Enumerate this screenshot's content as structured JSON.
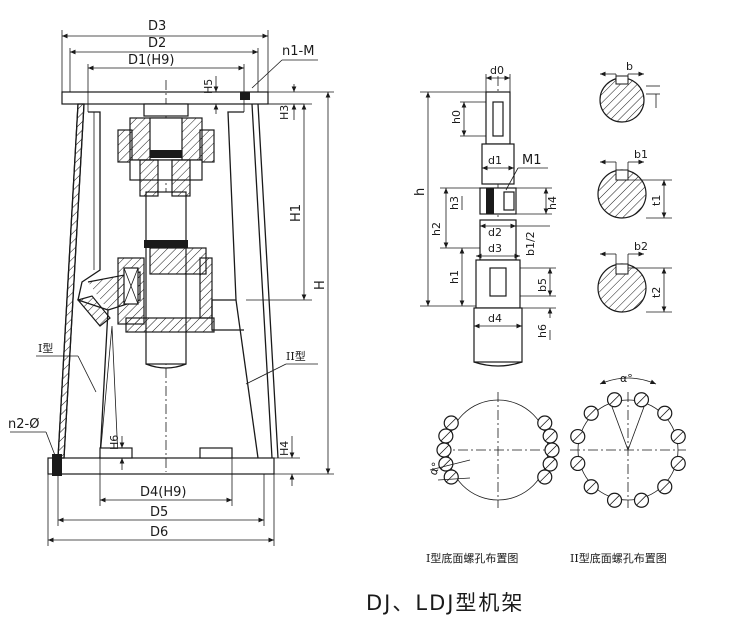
{
  "title": "DJ、LDJ型机架",
  "main_view": {
    "dims": {
      "D3": "D3",
      "D2": "D2",
      "D1": "D1(H9)",
      "n1M": "n1-M",
      "H5": "H5",
      "H3": "H3",
      "H1": "H1",
      "H": "H",
      "H6": "H6",
      "H4": "H4",
      "D4": "D4(H9)",
      "D5": "D5",
      "D6": "D6",
      "n2": "n2-Ø"
    },
    "type_labels": {
      "type1": "I型",
      "type2": "II型"
    }
  },
  "shaft_view": {
    "dims": {
      "d0": "d0",
      "h0": "h0",
      "h": "h",
      "d1": "d1",
      "M1": "M1",
      "h3": "h3",
      "h4": "h4",
      "h2": "h2",
      "d2": "d2",
      "b12": "b1/2",
      "d3": "d3",
      "h1": "h1",
      "b5": "b5",
      "d4": "d4",
      "h6": "h6"
    }
  },
  "section_views": {
    "dims": {
      "b": "b",
      "b1": "b1",
      "t1": "t1",
      "b2": "b2",
      "t2": "t2"
    }
  },
  "bolt_layouts": {
    "alpha1": "α°",
    "alpha2": "α°",
    "caption1": "I型底面螺孔布置图",
    "caption2": "II型底面螺孔布置图"
  }
}
